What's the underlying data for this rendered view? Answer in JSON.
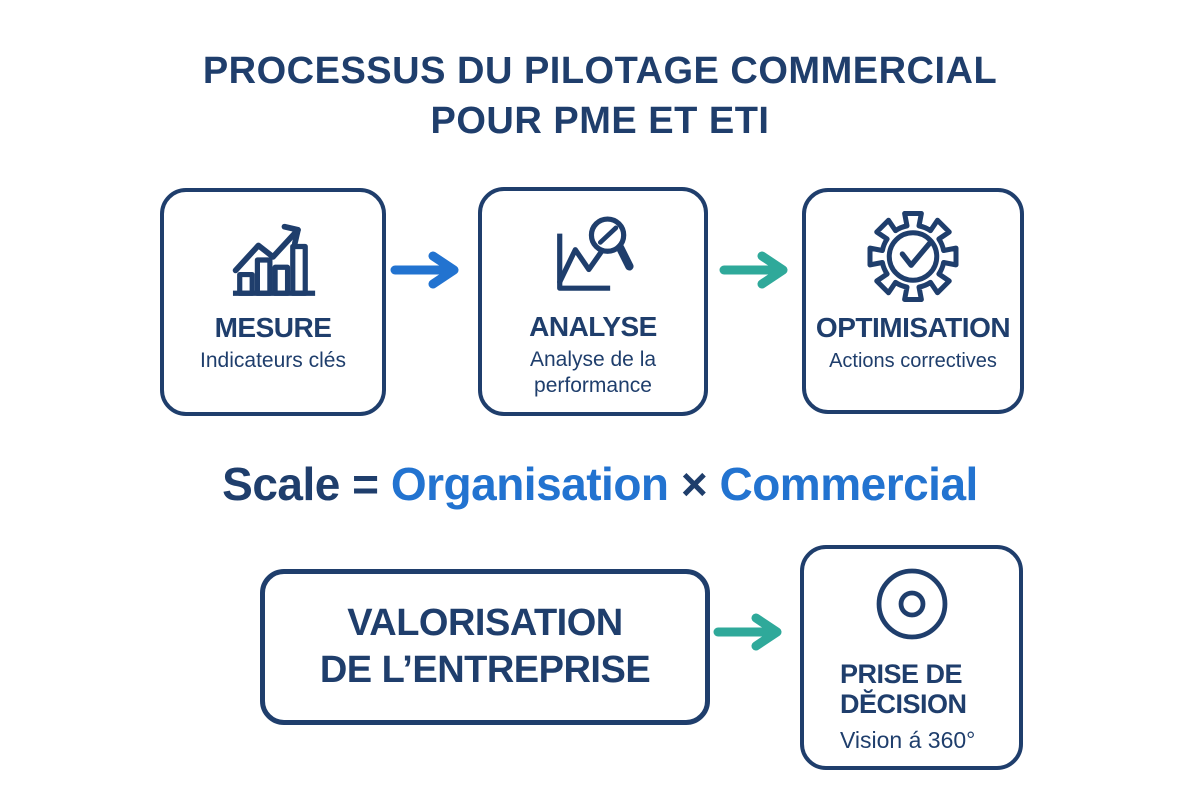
{
  "title": {
    "line1": "PROCESSUS DU PILOTAGE COMMERCIAL",
    "line2": "POUR PME ET ETI"
  },
  "steps": [
    {
      "label": "MESURE",
      "sublines": [
        "Indicateurs clés"
      ],
      "icon": "bar-chart-growth-icon"
    },
    {
      "label": "ANALYSE",
      "sublines": [
        "Analyse de la",
        "performance"
      ],
      "icon": "chart-magnifier-icon"
    },
    {
      "label": "OPTIMISATION",
      "sublines": [
        "Actions correctives"
      ],
      "icon": "gear-check-icon"
    }
  ],
  "formula": {
    "lhs": "Scale",
    "equals": "=",
    "term1": "Organisation",
    "operator": "×",
    "term2": "Commercial"
  },
  "valuation": {
    "line1": "VALORISATION",
    "line2": "DE L’ENTREPRISE"
  },
  "decision": {
    "line1": "PRISE DE",
    "line2": "DĔCISION",
    "subline": "Vision á 360°",
    "icon": "target-icon"
  },
  "colors": {
    "navy": "#1F3E6C",
    "blue": "#2273D0",
    "teal": "#2FA99A"
  }
}
